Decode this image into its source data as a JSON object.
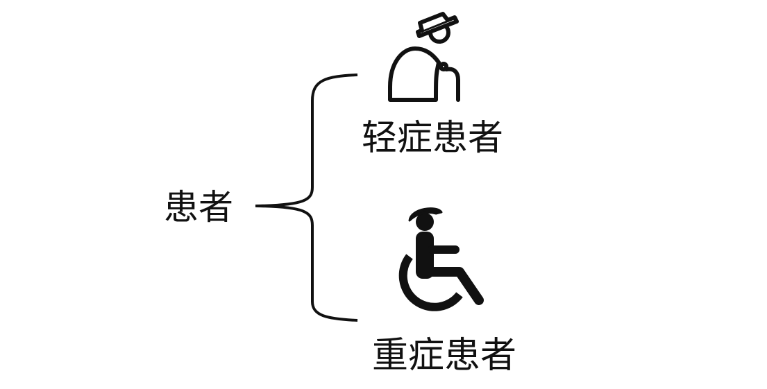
{
  "root": {
    "label": "患者"
  },
  "branches": [
    {
      "label": "轻症患者",
      "icon": "elderly-person-with-cane-icon"
    },
    {
      "label": "重症患者",
      "icon": "wheelchair-person-icon"
    }
  ],
  "colors": {
    "stroke": "#111111",
    "background": "#ffffff"
  }
}
